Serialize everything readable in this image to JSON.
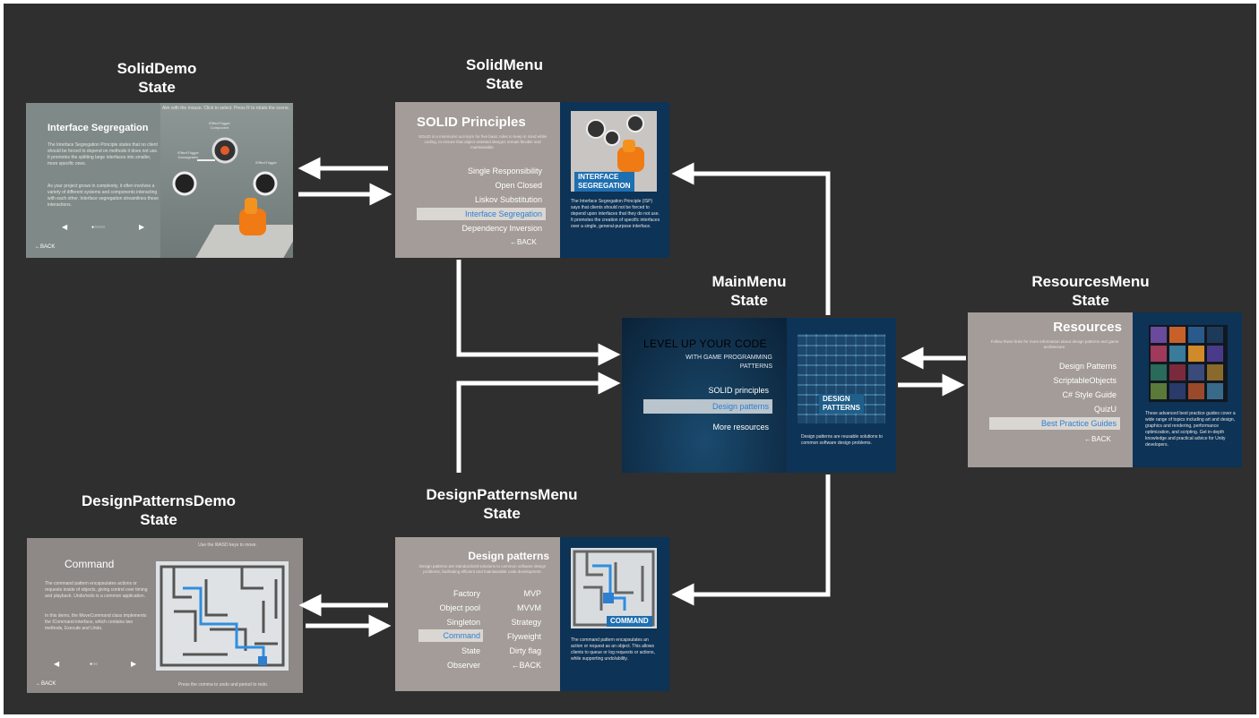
{
  "states": {
    "solid_demo": {
      "title": "SolidDemo",
      "suffix": "State"
    },
    "solid_menu": {
      "title": "SolidMenu",
      "suffix": "State"
    },
    "main_menu": {
      "title": "MainMenu",
      "suffix": "State"
    },
    "resources_menu": {
      "title": "ResourcesMenu",
      "suffix": "State"
    },
    "dp_demo": {
      "title": "DesignPatternsDemo",
      "suffix": "State"
    },
    "dp_menu": {
      "title": "DesignPatternsMenu",
      "suffix": "State"
    }
  },
  "solid_demo": {
    "hint": "Aim with the mouse. Click to select. Press R to rotate the scene.",
    "heading": "Interface Segregation",
    "para1": "The Interface Segregation Principle states that no client should be forced to depend on methods it does not use. It promotes the splitting large interfaces into smaller, more specific ones.",
    "para2": "As your project grows in complexity, it often involves a variety of different systems and components interacting with each other. Interface segregation streamlines these interactions.",
    "tag1": "IEffectTrigger Component",
    "tag2": "IEffectTrigger Damageable",
    "tag3": "IEffectTrigger",
    "prev": "◀",
    "next": "▶",
    "page": "●○○○○",
    "back": "←BACK"
  },
  "solid_menu": {
    "heading": "SOLID Principles",
    "intro": "SOLID is a mnemonic acronym for five basic rules to keep in mind while coding, to ensure that object-oriented designs remain flexible and maintainable.",
    "items": [
      "Single Responsibility",
      "Open Closed",
      "Liskov Substitution",
      "Interface Segregation",
      "Dependency Inversion"
    ],
    "back": "←BACK",
    "caption_line1": "INTERFACE",
    "caption_line2": "SEGREGATION",
    "desc": "The Interface Segregation Principle (ISP) says that clients should not be forced to depend upon interfaces that they do not use. It promotes the creation of specific interfaces over a single, general-purpose interface."
  },
  "main_menu": {
    "heading": "LEVEL UP YOUR CODE",
    "sub1": "WITH GAME PROGRAMMING",
    "sub2": "PATTERNS",
    "items": [
      "SOLID principles",
      "Design patterns",
      "More resources"
    ],
    "caption_line1": "DESIGN",
    "caption_line2": "PATTERNS",
    "desc": "Design patterns are reusable solutions to common software design problems."
  },
  "resources_menu": {
    "heading": "Resources",
    "intro": "Follow these links for more information about design patterns and game architecture.",
    "items": [
      "Design Patterns",
      "ScriptableObjects",
      "C# Style Guide",
      "QuizU",
      "Best Practice Guides"
    ],
    "back": "←BACK",
    "desc": "These advanced best practice guides cover a wide range of topics including art and design, graphics and rendering, performance optimization, and scripting. Get in-depth knowledge and practical advice for Unity developers."
  },
  "dp_demo": {
    "hint": "Use the WASD keys to move.",
    "heading": "Command",
    "para1": "The command pattern encapsulates actions or requests inside of objects, giving control over timing and playback. Undo/redo is a common application.",
    "para2": "In this demo, the MoveCommand class implements the ICommand interface, which contains two methods, Execute and Undo.",
    "prev": "◀",
    "next": "▶",
    "page": "●○○",
    "footer": "Press the comma to undo and period to redo.",
    "back": "←BACK"
  },
  "dp_menu": {
    "heading": "Design patterns",
    "intro": "Design patterns are standardized solutions to common software design problems, facilitating efficient and maintainable code development.",
    "left_items": [
      "Factory",
      "Object pool",
      "Singleton",
      "Command",
      "State",
      "Observer"
    ],
    "right_items": [
      "MVP",
      "MVVM",
      "Strategy",
      "Flyweight",
      "Dirty flag",
      "←BACK"
    ],
    "caption": "COMMAND",
    "desc": "The command pattern encapsulates an action or request as an object. This allows clients to queue or log requests or actions, while supporting undo/ability."
  },
  "colors": {
    "background": "#2f2f2f",
    "panel_grey": "#a39c98",
    "panel_navy": "#0d3357",
    "highlight": "#2f7fd0",
    "arrow": "#ffffff"
  }
}
